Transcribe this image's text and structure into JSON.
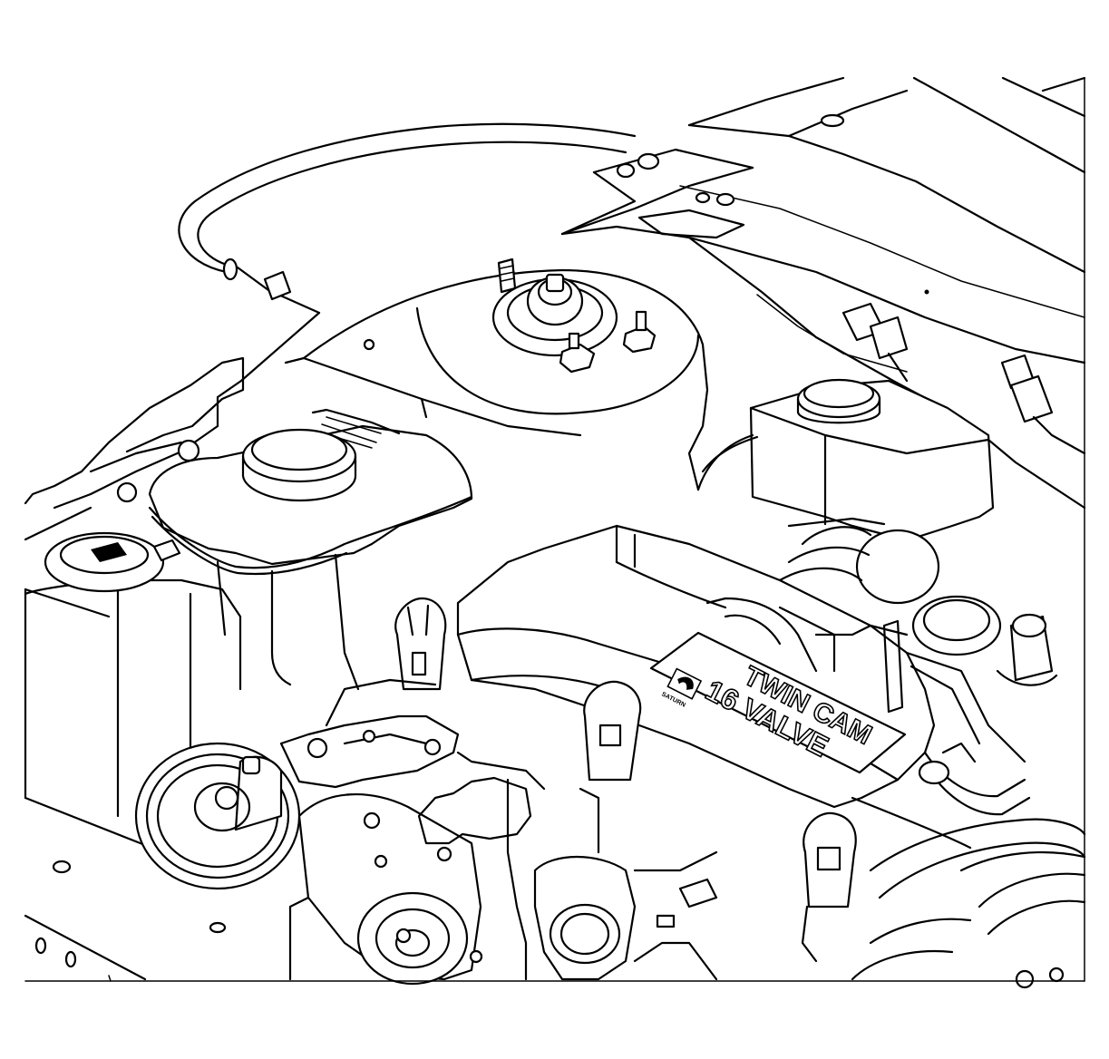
{
  "figure": {
    "subject": "engine-compartment-illustration",
    "cover_emblem": {
      "line1": "TWIN CAM",
      "line2": "16 VALVE",
      "logo_text": "SATURN"
    }
  }
}
